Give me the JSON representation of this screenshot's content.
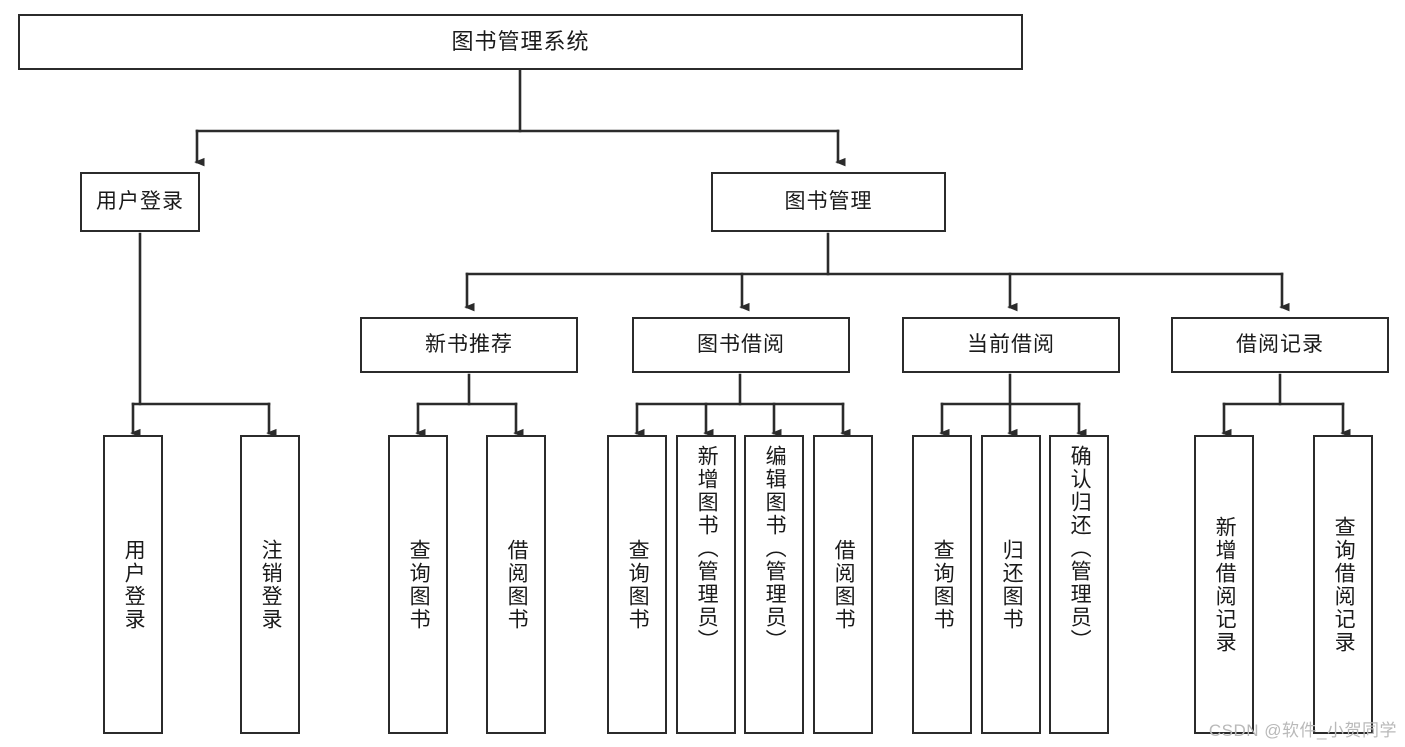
{
  "diagram": {
    "title": "图书管理系统",
    "type": "functional-structure-tree",
    "watermark": "CSDN @软件_小贺同学",
    "colors": {
      "background": "#ffffff",
      "border": "#2b2b2b",
      "text": "#1a1a1a",
      "edge": "#2b2b2b",
      "watermark": "#b9b9b9"
    },
    "levels": {
      "root": {
        "label": "图书管理系统"
      },
      "level2": [
        {
          "id": "user-login",
          "label": "用户登录"
        },
        {
          "id": "book-management",
          "label": "图书管理"
        }
      ],
      "level3": [
        {
          "id": "new-book-recommend",
          "label": "新书推荐",
          "parent": "book-management"
        },
        {
          "id": "book-borrow",
          "label": "图书借阅",
          "parent": "book-management"
        },
        {
          "id": "current-borrow",
          "label": "当前借阅",
          "parent": "book-management"
        },
        {
          "id": "borrow-record",
          "label": "借阅记录",
          "parent": "book-management"
        }
      ],
      "leaves": [
        {
          "id": "leaf-user-login",
          "label": "用户登录",
          "parent": "user-login"
        },
        {
          "id": "leaf-logout-login",
          "label": "注销登录",
          "parent": "user-login"
        },
        {
          "id": "leaf-query-book-1",
          "label": "查询图书",
          "parent": "new-book-recommend"
        },
        {
          "id": "leaf-borrow-book-1",
          "label": "借阅图书",
          "parent": "new-book-recommend"
        },
        {
          "id": "leaf-query-book-2",
          "label": "查询图书",
          "parent": "book-borrow"
        },
        {
          "id": "leaf-add-book",
          "label": "新增图书（管理员）",
          "parent": "book-borrow"
        },
        {
          "id": "leaf-edit-book",
          "label": "编辑图书（管理员）",
          "parent": "book-borrow"
        },
        {
          "id": "leaf-borrow-book-2",
          "label": "借阅图书",
          "parent": "book-borrow"
        },
        {
          "id": "leaf-query-book-3",
          "label": "查询图书",
          "parent": "current-borrow"
        },
        {
          "id": "leaf-return-book",
          "label": "归还图书",
          "parent": "current-borrow"
        },
        {
          "id": "leaf-confirm-return",
          "label": "确认归还（管理员）",
          "parent": "current-borrow"
        },
        {
          "id": "leaf-add-record",
          "label": "新增借阅记录",
          "parent": "borrow-record"
        },
        {
          "id": "leaf-query-record",
          "label": "查询借阅记录",
          "parent": "borrow-record"
        }
      ]
    }
  }
}
